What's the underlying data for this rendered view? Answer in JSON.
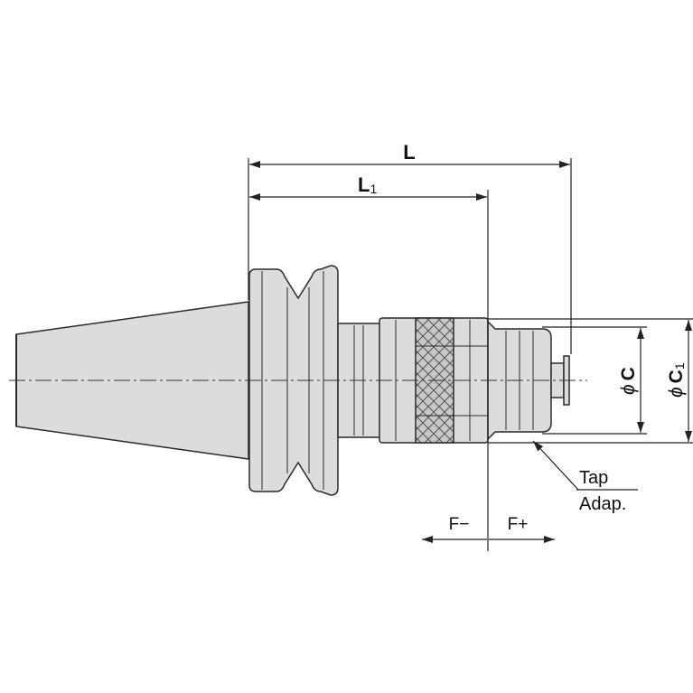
{
  "dimensions": {
    "overall_length": "L",
    "length_1": {
      "base": "L",
      "sub": "1"
    },
    "diameter_c": {
      "symbol": "ϕ",
      "base": "C"
    },
    "diameter_c1": {
      "symbol": "ϕ",
      "base": "C",
      "sub": "1"
    },
    "feed_minus": "F−",
    "feed_plus": "F+"
  },
  "callout": {
    "line1": "Tap",
    "line2": "Adap."
  },
  "colors": {
    "body_fill": "#dcdcdc",
    "knurl_fill": "#c4c4c4",
    "outline": "#2a2a2a",
    "dimension_line": "#222222"
  }
}
